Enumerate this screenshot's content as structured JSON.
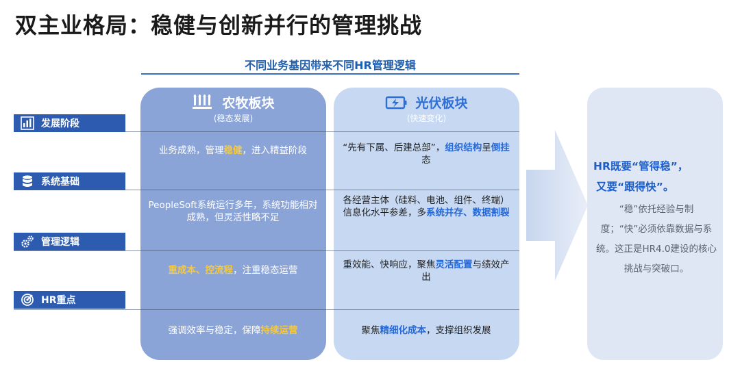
{
  "title": "双主业格局：稳健与创新并行的管理挑战",
  "subtitle": "不同业务基因带来不同HR管理逻辑",
  "columns": {
    "left": {
      "title": "农牧板块",
      "sub": "(稳态发展)",
      "icon": "wheat-icon"
    },
    "right": {
      "title": "光伏板块",
      "sub": "(快速变化)",
      "icon": "battery-icon"
    }
  },
  "rows": [
    {
      "label": "发展阶段",
      "icon": "bar-chart-icon",
      "left": [
        {
          "t": "业务成熟，管理"
        },
        {
          "t": "稳健",
          "h": "y"
        },
        {
          "t": "，进入精益阶段"
        }
      ],
      "right": [
        {
          "t": "“先有下属、后建总部”，"
        },
        {
          "t": "组织结构",
          "h": "b"
        },
        {
          "t": "呈"
        },
        {
          "t": "倒挂",
          "h": "b"
        },
        {
          "t": "态"
        }
      ]
    },
    {
      "label": "系统基础",
      "icon": "database-icon",
      "left": [
        {
          "t": "PeopleSoft系统运行多年，系统功能相对成熟，但灵活性略不足"
        }
      ],
      "right": [
        {
          "t": "各经营主体（硅料、电池、组件、终端）信息化水平参差，多"
        },
        {
          "t": "系统并存、数据割裂",
          "h": "b"
        }
      ]
    },
    {
      "label": "管理逻辑",
      "icon": "gears-icon",
      "left": [
        {
          "t": "重成本、控流程",
          "h": "y"
        },
        {
          "t": "，注重稳态运营"
        }
      ],
      "right": [
        {
          "t": "重效能、快响应，聚焦"
        },
        {
          "t": "灵活配置",
          "h": "b"
        },
        {
          "t": "与绩效产出"
        }
      ]
    },
    {
      "label": "HR重点",
      "icon": "target-icon",
      "left": [
        {
          "t": "强调效率与稳定，保障"
        },
        {
          "t": "持续运营",
          "h": "y"
        }
      ],
      "right": [
        {
          "t": "聚焦"
        },
        {
          "t": "精细化成本",
          "h": "b"
        },
        {
          "t": "，支撑组织发展"
        }
      ]
    }
  ],
  "panel": {
    "lead1": "HR既要“管得稳”，",
    "lead2": "又要“跟得快”。",
    "body": "“稳”依托经验与制度；“快”必须依靠数据与系统。这正是HR4.0建设的核心挑战与突破口。"
  },
  "colors": {
    "label_bg": "#2c5bb0",
    "left_col": "#8ba4d8",
    "right_col": "#c7d9f2",
    "highlight_yellow": "#f7c93a",
    "highlight_blue": "#2568d8"
  }
}
